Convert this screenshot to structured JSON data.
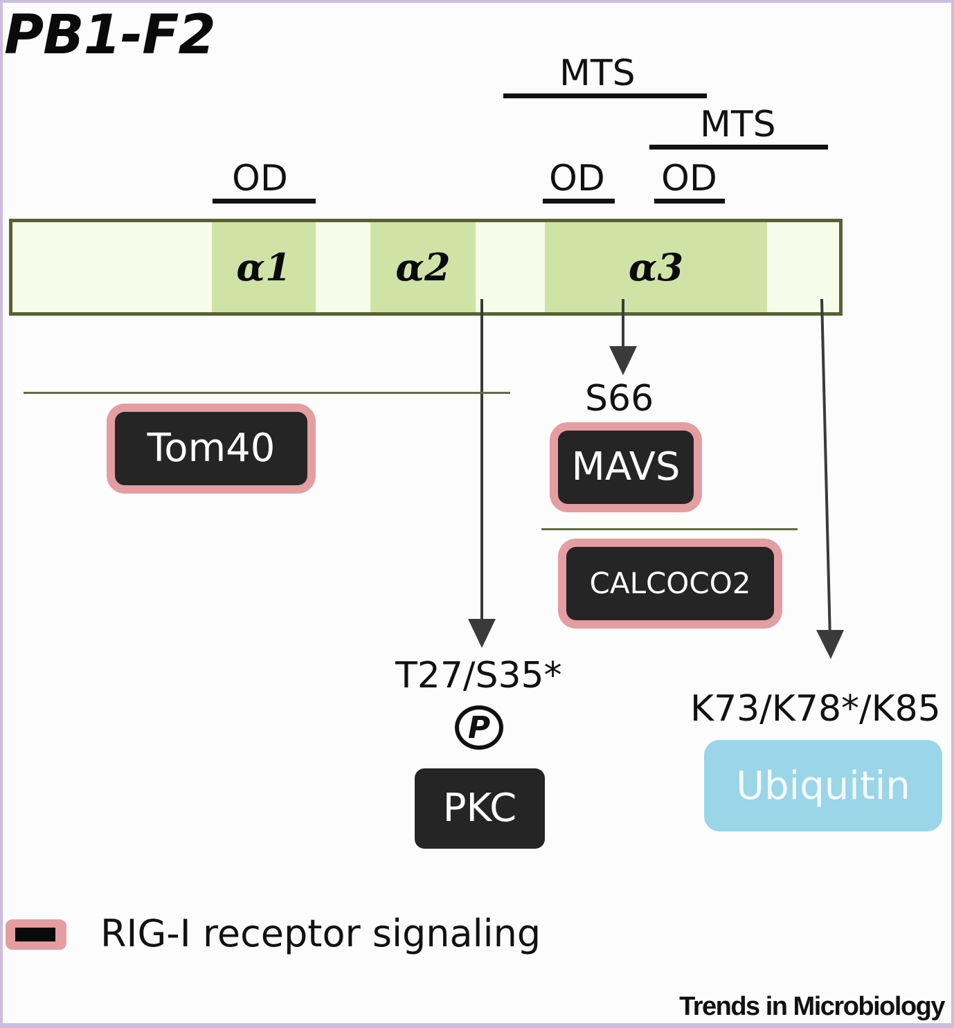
{
  "title": "PB1-F2",
  "domains": {
    "od_labels": [
      "OD",
      "OD",
      "OD"
    ],
    "mts_labels": [
      "MTS",
      "MTS"
    ]
  },
  "helices": [
    {
      "label": "α1"
    },
    {
      "label": "α2"
    },
    {
      "label": "α3"
    }
  ],
  "sites": {
    "s66": "S66",
    "t27_s35": "T27/S35*",
    "k_sites": "K73/K78*/K85",
    "phospho_symbol": "P"
  },
  "partners": {
    "tom40": "Tom40",
    "mavs": "MAVS",
    "calcoco2": "CALCOCO2",
    "pkc": "PKC",
    "ubiquitin": "Ubiquitin"
  },
  "legend": {
    "rig_i_label": "RIG-I receptor signaling"
  },
  "colors": {
    "helix_fill": "#d0e3a7",
    "protein_fill": "#f7fbea",
    "protein_border": "#566230",
    "rig_i_outline": "#e49da1",
    "partner_fill": "#252525",
    "ubiquitin_fill": "#9ad5e8",
    "frame": "#cbbde0"
  },
  "journal": "Trends in Microbiology"
}
